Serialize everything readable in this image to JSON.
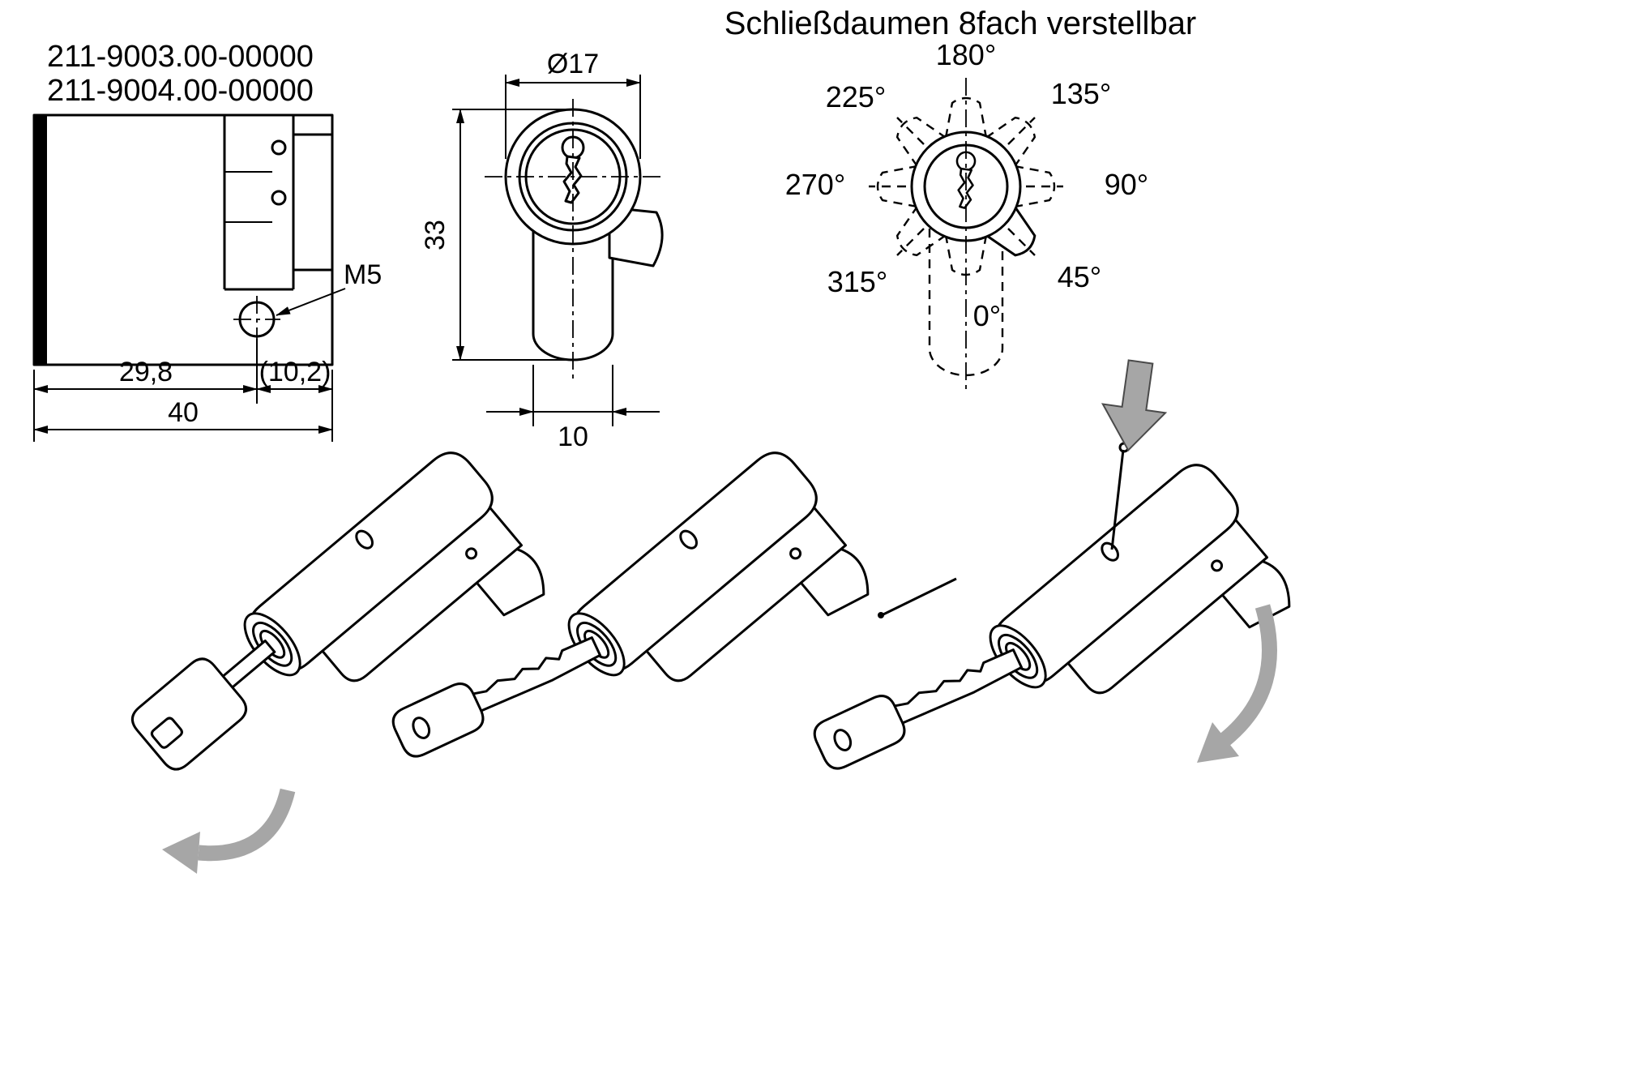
{
  "part_numbers": [
    "211-9003.00-00000",
    "211-9004.00-00000"
  ],
  "side_view": {
    "thread_label": "M5",
    "dim_body_length": "29,8",
    "dim_cam_section": "(10,2)",
    "dim_total_length": "40"
  },
  "front_view": {
    "dim_diameter": "Ø17",
    "dim_height": "33",
    "dim_foot_width": "10"
  },
  "cam_diagram": {
    "title": "Schließdaumen 8fach verstellbar",
    "angles": [
      "180°",
      "135°",
      "90°",
      "45°",
      "0°",
      "315°",
      "270°",
      "225°"
    ]
  },
  "colors": {
    "line": "#000000",
    "arrow_gray": "#a6a6a6",
    "background": "#ffffff"
  }
}
